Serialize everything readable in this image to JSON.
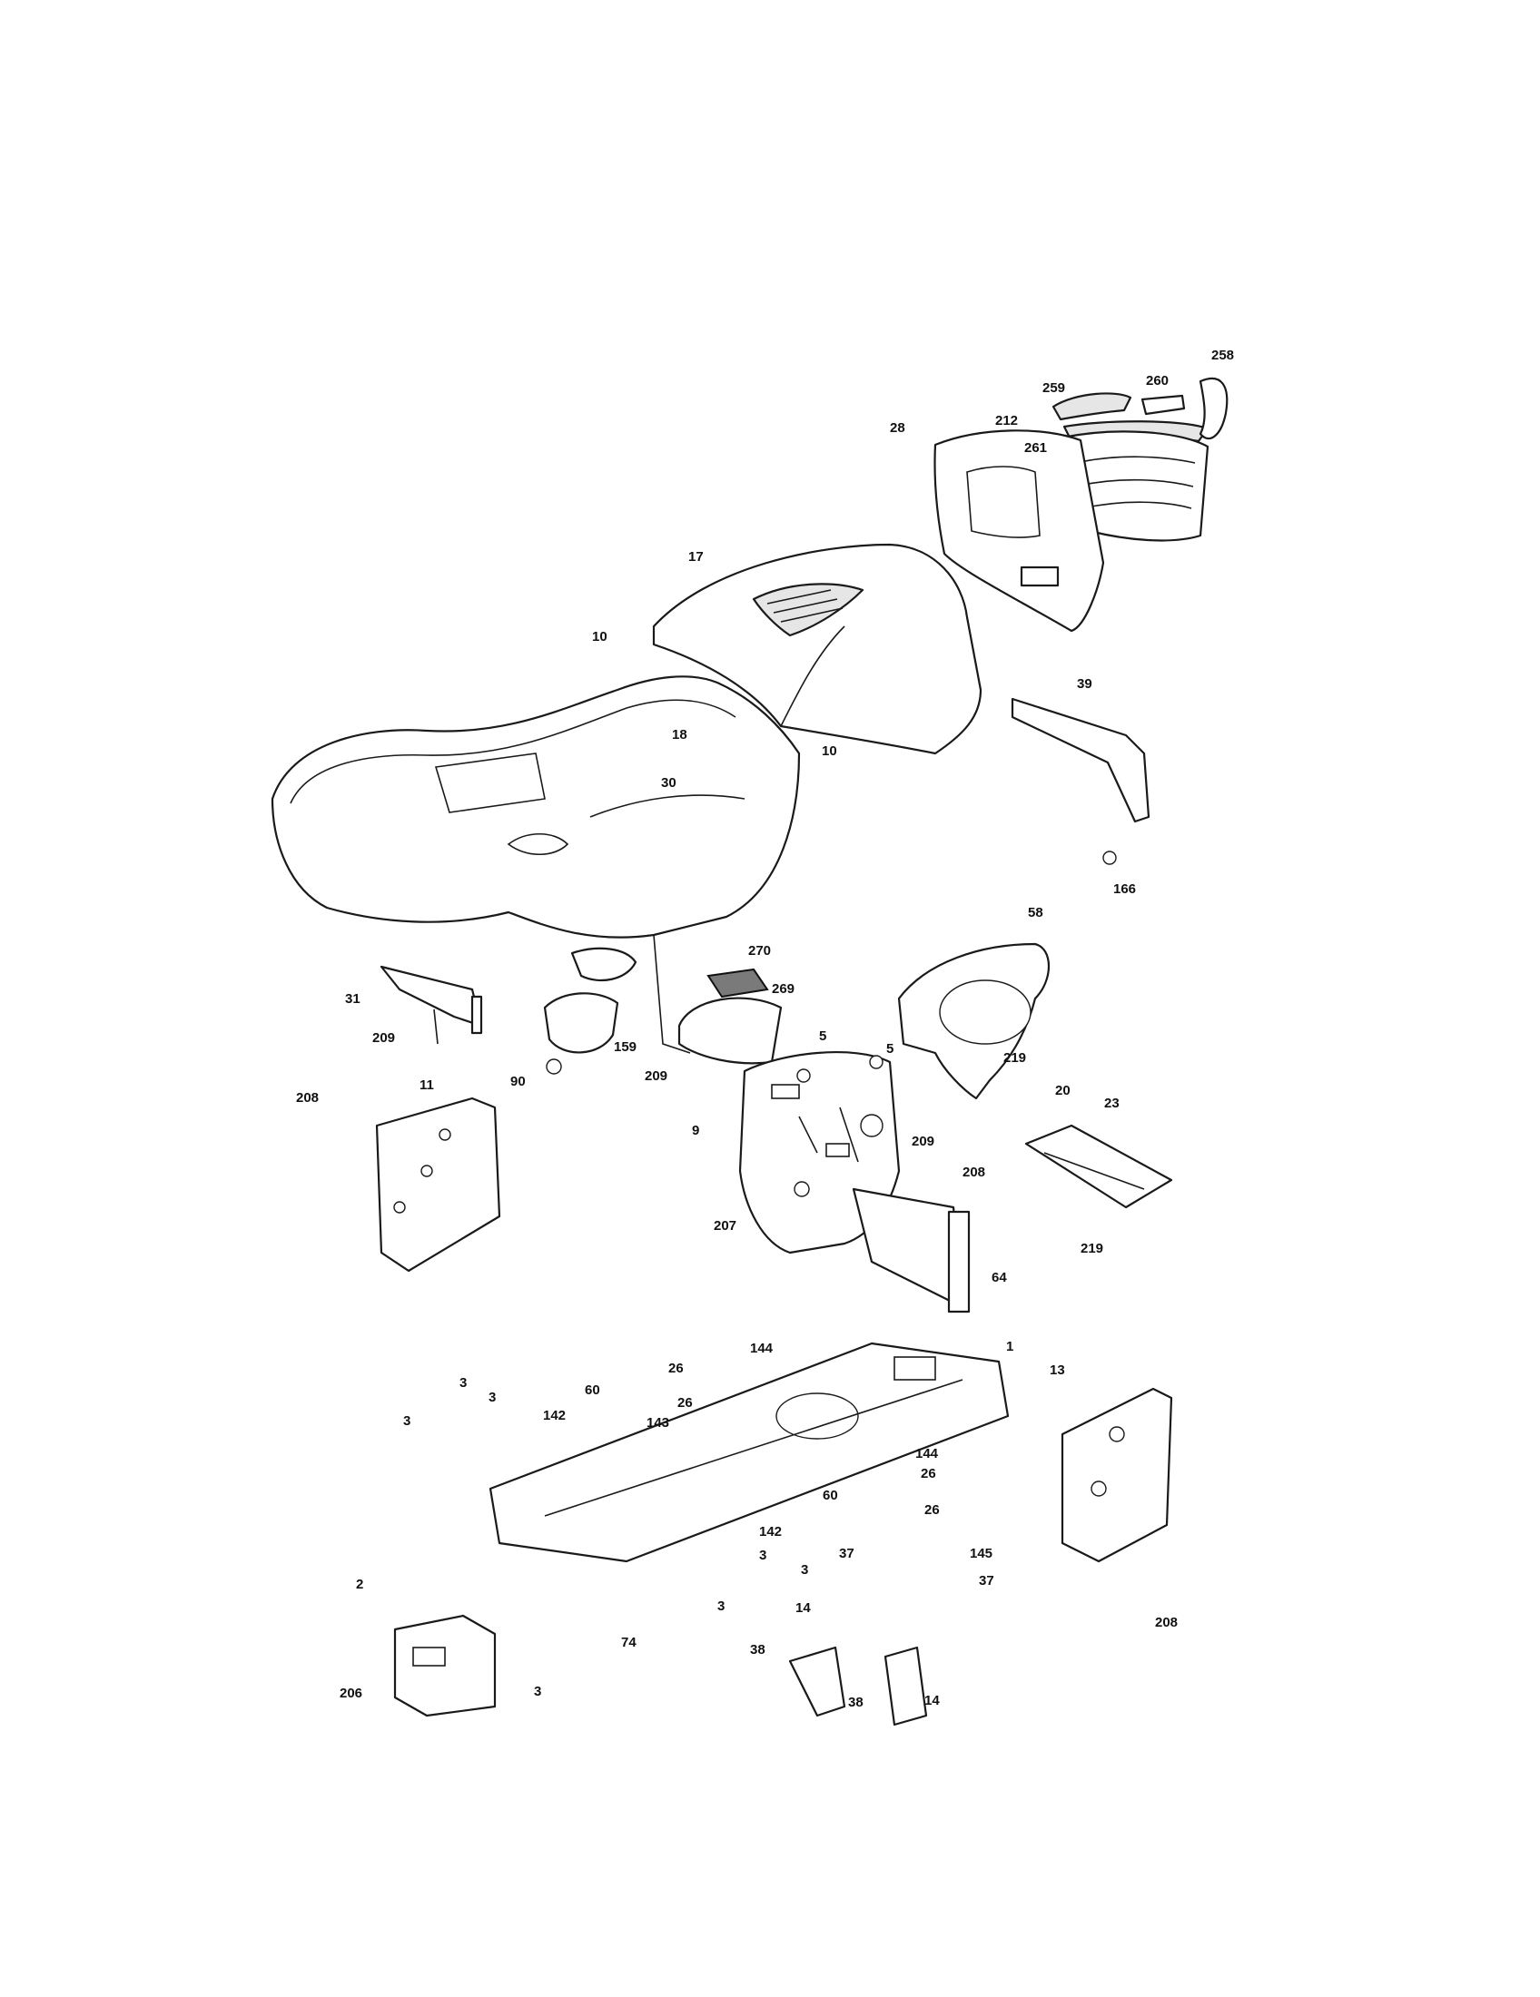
{
  "callouts": [
    {
      "id": "c259",
      "label": "259"
    },
    {
      "id": "c260",
      "label": "260"
    },
    {
      "id": "c258",
      "label": "258"
    },
    {
      "id": "c212",
      "label": "212"
    },
    {
      "id": "c28",
      "label": "28"
    },
    {
      "id": "c261",
      "label": "261"
    },
    {
      "id": "c17",
      "label": "17"
    },
    {
      "id": "c10a",
      "label": "10"
    },
    {
      "id": "c18",
      "label": "18"
    },
    {
      "id": "c10b",
      "label": "10"
    },
    {
      "id": "c30",
      "label": "30"
    },
    {
      "id": "c39",
      "label": "39"
    },
    {
      "id": "c166",
      "label": "166"
    },
    {
      "id": "c58",
      "label": "58"
    },
    {
      "id": "c270",
      "label": "270"
    },
    {
      "id": "c269",
      "label": "269"
    },
    {
      "id": "c31",
      "label": "31"
    },
    {
      "id": "c209a",
      "label": "209"
    },
    {
      "id": "c159",
      "label": "159"
    },
    {
      "id": "c90",
      "label": "90"
    },
    {
      "id": "c5a",
      "label": "5"
    },
    {
      "id": "c5b",
      "label": "5"
    },
    {
      "id": "c209b",
      "label": "209"
    },
    {
      "id": "c9",
      "label": "9"
    },
    {
      "id": "c209c",
      "label": "209"
    },
    {
      "id": "c207",
      "label": "207"
    },
    {
      "id": "c208a",
      "label": "208"
    },
    {
      "id": "c64",
      "label": "64"
    },
    {
      "id": "c219a",
      "label": "219"
    },
    {
      "id": "c20",
      "label": "20"
    },
    {
      "id": "c23",
      "label": "23"
    },
    {
      "id": "c219b",
      "label": "219"
    },
    {
      "id": "c208b",
      "label": "208"
    },
    {
      "id": "c11",
      "label": "11"
    },
    {
      "id": "c1",
      "label": "1"
    },
    {
      "id": "c144a",
      "label": "144"
    },
    {
      "id": "c26a",
      "label": "26"
    },
    {
      "id": "c26b",
      "label": "26"
    },
    {
      "id": "c3a",
      "label": "3"
    },
    {
      "id": "c3b",
      "label": "3"
    },
    {
      "id": "c3c",
      "label": "3"
    },
    {
      "id": "c60a",
      "label": "60"
    },
    {
      "id": "c142a",
      "label": "142"
    },
    {
      "id": "c143",
      "label": "143"
    },
    {
      "id": "c13",
      "label": "13"
    },
    {
      "id": "c144b",
      "label": "144"
    },
    {
      "id": "c26c",
      "label": "26"
    },
    {
      "id": "c60b",
      "label": "60"
    },
    {
      "id": "c26d",
      "label": "26"
    },
    {
      "id": "c37a",
      "label": "37"
    },
    {
      "id": "c145",
      "label": "145"
    },
    {
      "id": "c37b",
      "label": "37"
    },
    {
      "id": "c142b",
      "label": "142"
    },
    {
      "id": "c3d",
      "label": "3"
    },
    {
      "id": "c3e",
      "label": "3"
    },
    {
      "id": "c3f",
      "label": "3"
    },
    {
      "id": "c208c",
      "label": "208"
    },
    {
      "id": "c2",
      "label": "2"
    },
    {
      "id": "c74",
      "label": "74"
    },
    {
      "id": "c14a",
      "label": "14"
    },
    {
      "id": "c38a",
      "label": "38"
    },
    {
      "id": "c38b",
      "label": "38"
    },
    {
      "id": "c14b",
      "label": "14"
    },
    {
      "id": "c206",
      "label": "206"
    },
    {
      "id": "c3g",
      "label": "3"
    }
  ]
}
